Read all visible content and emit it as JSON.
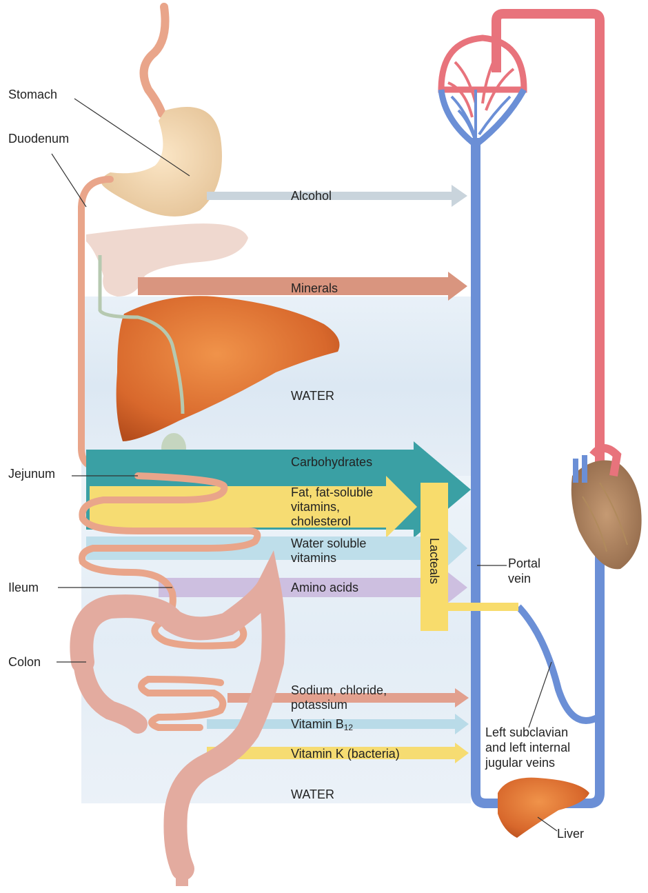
{
  "labels": {
    "stomach": "Stomach",
    "duodenum": "Duodenum",
    "jejunum": "Jejunum",
    "ileum": "Ileum",
    "colon": "Colon",
    "portal_vein": [
      "Portal",
      "vein"
    ],
    "lacteals": "Lacteals",
    "subclavian": [
      "Left subclavian",
      "and left internal",
      "jugular veins"
    ],
    "liver": "Liver"
  },
  "nutrients": {
    "alcohol": "Alcohol",
    "minerals": "Minerals",
    "water_top": "WATER",
    "carbohydrates": "Carbohydrates",
    "fat": [
      "Fat, fat-soluble",
      "vitamins,",
      "cholesterol"
    ],
    "water_soluble": [
      "Water soluble",
      "vitamins"
    ],
    "amino_acids": "Amino acids",
    "sodium": [
      "Sodium, chloride,",
      "potassium"
    ],
    "vitamin_b12": "Vitamin B",
    "vitamin_b12_sub": "12",
    "vitamin_k": "Vitamin K (bacteria)",
    "water_bottom": "WATER"
  },
  "colors": {
    "vein": "#6b8fd6",
    "artery": "#e8737c",
    "alcohol_arrow": "#c9d4dc",
    "minerals_arrow": "#d9957f",
    "carb_arrow": "#3aa0a4",
    "fat_arrow": "#f6dc72",
    "water_soluble_arrow": "#b9dbe8",
    "amino_arrow": "#cdbfe0",
    "sodium_arrow": "#e2a08e",
    "b12_arrow": "#b9dbe8",
    "vitk_arrow": "#f6dc72",
    "lacteals": "#f8dc6c",
    "intestine": "#e9a58a",
    "liver": "#d9733a",
    "stomach": "#f0d2a8",
    "water_bg": "#dde9f3"
  }
}
